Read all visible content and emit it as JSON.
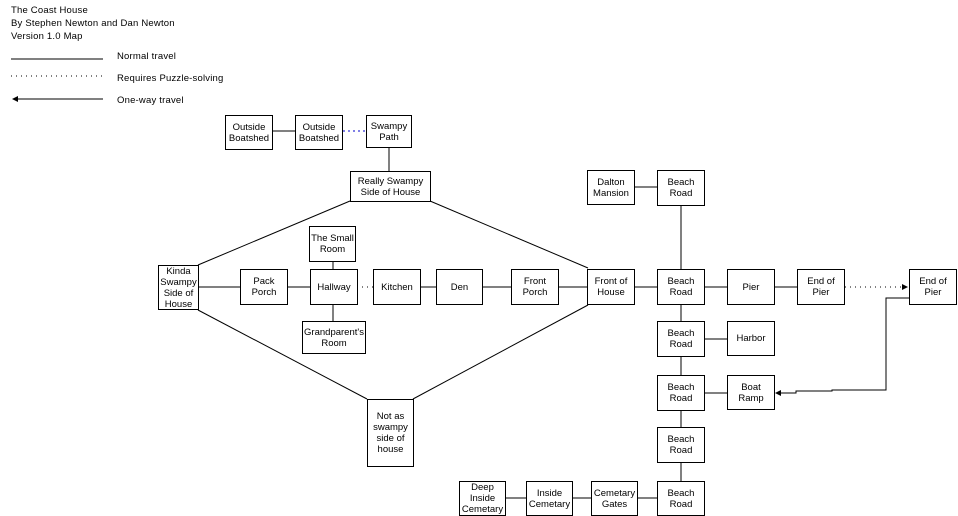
{
  "header": {
    "title": "The Coast House",
    "authors": "By Stephen Newton and Dan Newton",
    "version": "Version 1.0 Map"
  },
  "legend": [
    {
      "style": "solid",
      "label": "Normal travel"
    },
    {
      "style": "dotted",
      "label": "Requires Puzzle-solving"
    },
    {
      "style": "arrow",
      "label": "One-way travel"
    }
  ],
  "colors": {
    "line": "#000000",
    "puzzle_line_blue": "#0000cc",
    "background": "#ffffff"
  },
  "nodes": [
    {
      "id": "outside-boatshed-1",
      "label": "Outside\nBoatshed"
    },
    {
      "id": "outside-boatshed-2",
      "label": "Outside\nBoatshed"
    },
    {
      "id": "swampy-path",
      "label": "Swampy\nPath"
    },
    {
      "id": "really-swampy-side",
      "label": "Really Swampy\nSide of House"
    },
    {
      "id": "kinda-swampy-side",
      "label": "Kinda\nSwampy\nSide of\nHouse"
    },
    {
      "id": "pack-porch",
      "label": "Pack\nPorch"
    },
    {
      "id": "the-small-room",
      "label": "The Small\nRoom"
    },
    {
      "id": "hallway",
      "label": "Hallway"
    },
    {
      "id": "grandparents-room",
      "label": "Grandparent's\nRoom"
    },
    {
      "id": "kitchen",
      "label": "Kitchen"
    },
    {
      "id": "den",
      "label": "Den"
    },
    {
      "id": "front-porch",
      "label": "Front\nPorch"
    },
    {
      "id": "front-of-house",
      "label": "Front of\nHouse"
    },
    {
      "id": "not-as-swampy-side",
      "label": "Not as\nswampy\nside of\nhouse"
    },
    {
      "id": "dalton-mansion",
      "label": "Dalton\nMansion"
    },
    {
      "id": "beach-road-1",
      "label": "Beach\nRoad"
    },
    {
      "id": "beach-road-2",
      "label": "Beach\nRoad"
    },
    {
      "id": "pier",
      "label": "Pier"
    },
    {
      "id": "end-of-pier-1",
      "label": "End of\nPier"
    },
    {
      "id": "end-of-pier-2",
      "label": "End of\nPier"
    },
    {
      "id": "beach-road-3",
      "label": "Beach\nRoad"
    },
    {
      "id": "harbor",
      "label": "Harbor"
    },
    {
      "id": "beach-road-4",
      "label": "Beach\nRoad"
    },
    {
      "id": "boat-ramp",
      "label": "Boat\nRamp"
    },
    {
      "id": "beach-road-5",
      "label": "Beach\nRoad"
    },
    {
      "id": "beach-road-6",
      "label": "Beach\nRoad"
    },
    {
      "id": "cemetary-gates",
      "label": "Cemetary\nGates"
    },
    {
      "id": "inside-cemetary",
      "label": "Inside\nCemetary"
    },
    {
      "id": "deep-inside-cemetary",
      "label": "Deep\nInside\nCemetary"
    }
  ],
  "edges": [
    {
      "from": "outside-boatshed-1",
      "to": "outside-boatshed-2",
      "type": "normal"
    },
    {
      "from": "outside-boatshed-2",
      "to": "swampy-path",
      "type": "puzzle"
    },
    {
      "from": "swampy-path",
      "to": "really-swampy-side",
      "type": "normal"
    },
    {
      "from": "really-swampy-side",
      "to": "kinda-swampy-side",
      "type": "normal"
    },
    {
      "from": "really-swampy-side",
      "to": "front-of-house",
      "type": "normal"
    },
    {
      "from": "kinda-swampy-side",
      "to": "pack-porch",
      "type": "normal"
    },
    {
      "from": "kinda-swampy-side",
      "to": "not-as-swampy-side",
      "type": "normal"
    },
    {
      "from": "pack-porch",
      "to": "hallway",
      "type": "normal"
    },
    {
      "from": "the-small-room",
      "to": "hallway",
      "type": "normal"
    },
    {
      "from": "hallway",
      "to": "grandparents-room",
      "type": "normal"
    },
    {
      "from": "hallway",
      "to": "kitchen",
      "type": "puzzle"
    },
    {
      "from": "kitchen",
      "to": "den",
      "type": "normal"
    },
    {
      "from": "den",
      "to": "front-porch",
      "type": "normal"
    },
    {
      "from": "front-porch",
      "to": "front-of-house",
      "type": "normal"
    },
    {
      "from": "not-as-swampy-side",
      "to": "front-of-house",
      "type": "normal"
    },
    {
      "from": "front-of-house",
      "to": "beach-road-2",
      "type": "normal"
    },
    {
      "from": "dalton-mansion",
      "to": "beach-road-1",
      "type": "normal"
    },
    {
      "from": "beach-road-1",
      "to": "beach-road-2",
      "type": "normal"
    },
    {
      "from": "beach-road-2",
      "to": "pier",
      "type": "normal"
    },
    {
      "from": "pier",
      "to": "end-of-pier-1",
      "type": "normal"
    },
    {
      "from": "end-of-pier-1",
      "to": "end-of-pier-2",
      "type": "puzzle-oneway"
    },
    {
      "from": "beach-road-2",
      "to": "beach-road-3",
      "type": "normal"
    },
    {
      "from": "beach-road-3",
      "to": "harbor",
      "type": "normal"
    },
    {
      "from": "beach-road-3",
      "to": "beach-road-4",
      "type": "normal"
    },
    {
      "from": "beach-road-4",
      "to": "boat-ramp",
      "type": "normal"
    },
    {
      "from": "end-of-pier-2",
      "to": "boat-ramp",
      "type": "oneway"
    },
    {
      "from": "beach-road-4",
      "to": "beach-road-5",
      "type": "normal"
    },
    {
      "from": "beach-road-5",
      "to": "beach-road-6",
      "type": "normal"
    },
    {
      "from": "beach-road-6",
      "to": "cemetary-gates",
      "type": "normal"
    },
    {
      "from": "cemetary-gates",
      "to": "inside-cemetary",
      "type": "normal"
    },
    {
      "from": "inside-cemetary",
      "to": "deep-inside-cemetary",
      "type": "normal"
    }
  ]
}
